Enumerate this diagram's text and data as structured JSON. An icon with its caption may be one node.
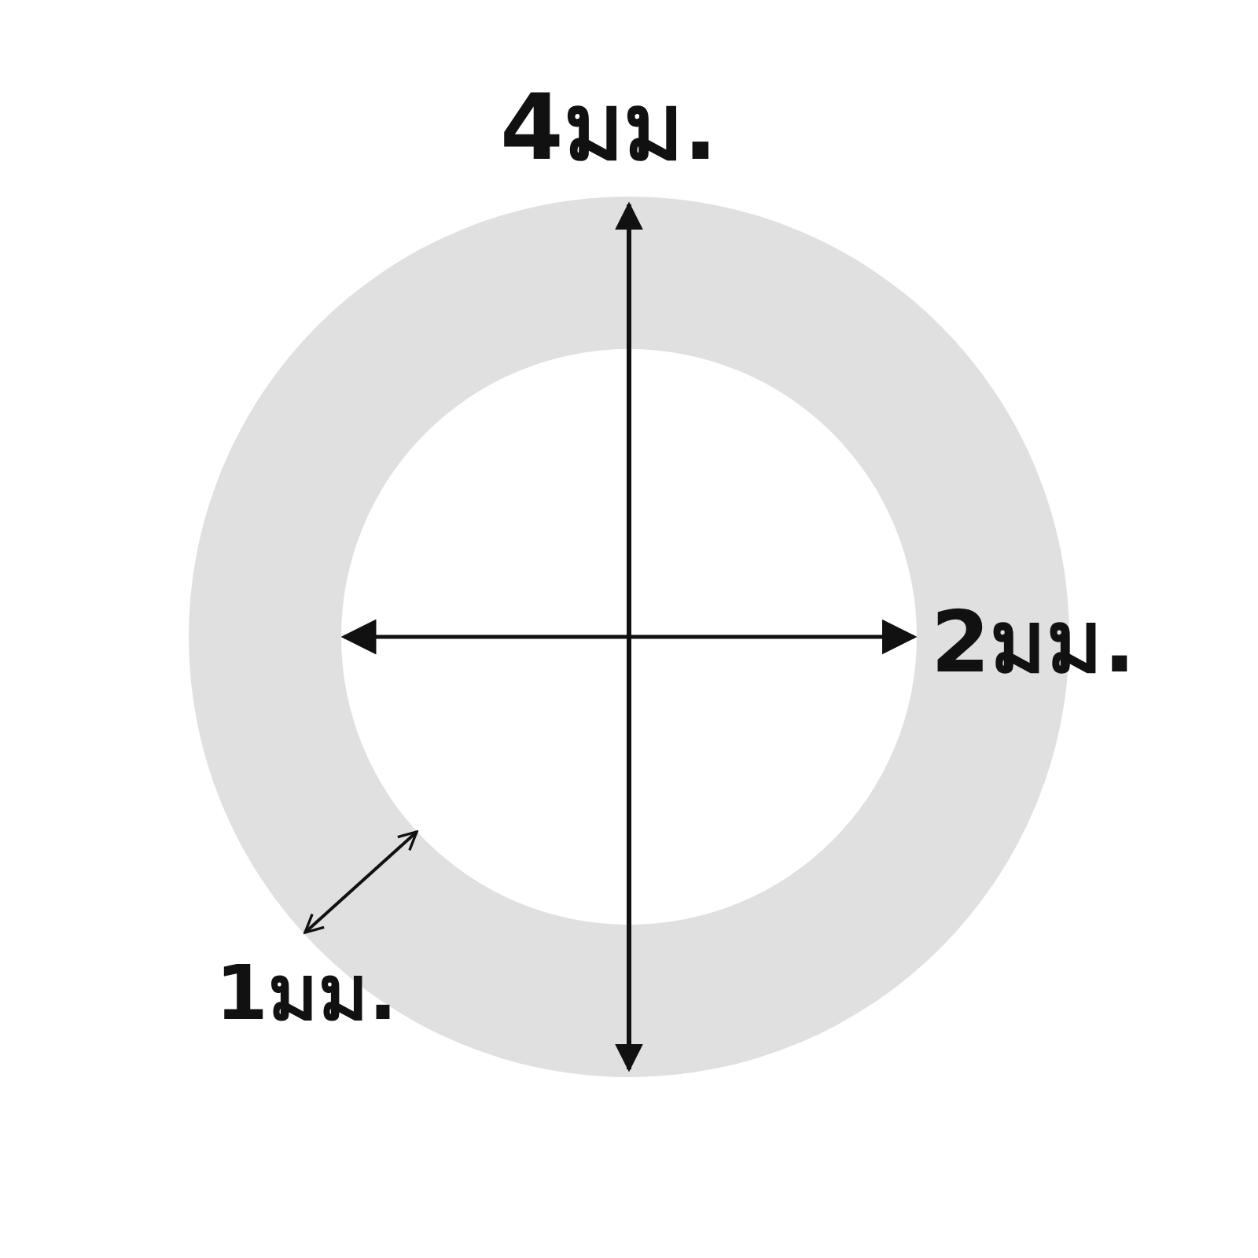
{
  "diagram": {
    "labels": [
      "4มม.",
      "2มม.",
      "1มม."
    ]
  }
}
